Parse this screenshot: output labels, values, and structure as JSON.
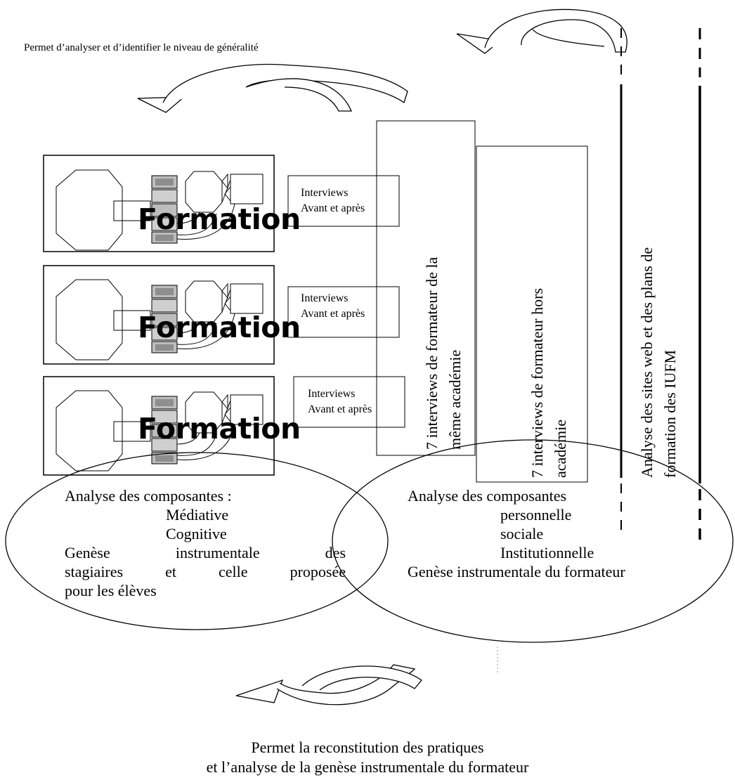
{
  "top_caption": "Permet d’analyser et d’identifier le niveau de généralité",
  "formation_blocks": [
    {
      "label": "Formation",
      "interview_line1": "Interviews",
      "interview_line2": "Avant et après"
    },
    {
      "label": "Formation",
      "interview_line1": "Interviews",
      "interview_line2": "Avant et après"
    },
    {
      "label": "Formation",
      "interview_line1": "Interviews",
      "interview_line2": "Avant et après"
    }
  ],
  "vertical_boxes": {
    "same_academy_line1": "7 interviews de formateur de la",
    "same_academy_line2": "même académie",
    "other_academy_line1": "7 interviews de formateur hors",
    "other_academy_line2": "académie",
    "web_analysis_line1": "Analyse des sites web et des plans de",
    "web_analysis_line2": "formation des IUFM"
  },
  "left_ellipse": {
    "title": "Analyse des composantes :",
    "items": [
      "Médiative",
      "Cognitive"
    ],
    "line3": "Genèse instrumentale des",
    "line4": "stagiaires et celle proposée",
    "line5": "pour les élèves"
  },
  "right_ellipse": {
    "title": "Analyse des composantes",
    "items": [
      "personnelle",
      "sociale",
      "Institutionnelle"
    ],
    "footer": "Genèse instrumentale du formateur"
  },
  "bottom_caption": {
    "line1": "Permet la reconstitution des pratiques",
    "line2": "et l’analyse de la genèse instrumentale du formateur"
  }
}
